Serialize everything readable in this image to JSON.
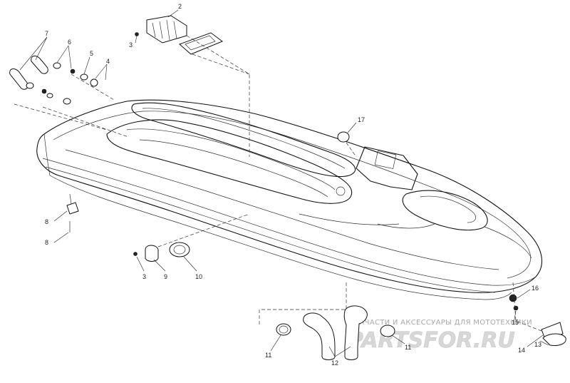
{
  "callouts": {
    "c2": "2",
    "c3a": "3",
    "c7": "7",
    "c6": "6",
    "c5": "5",
    "c4": "4",
    "c17": "17",
    "c8a": "8",
    "c8b": "8",
    "c3b": "3",
    "c9": "9",
    "c10": "10",
    "c16": "16",
    "c15": "15",
    "c11a": "11",
    "c11b": "11",
    "c12": "12",
    "c14": "14",
    "c13": "13"
  },
  "watermark": {
    "top_text": "ЗАПЧАСТИ И АКСЕССУАРЫ ДЛЯ МОТОТЕХНИКИ",
    "logo_text": "PARTSFOR.RU"
  },
  "colors": {
    "line": "#111111",
    "watermark": "#d0d0d0",
    "background": "#ffffff"
  }
}
